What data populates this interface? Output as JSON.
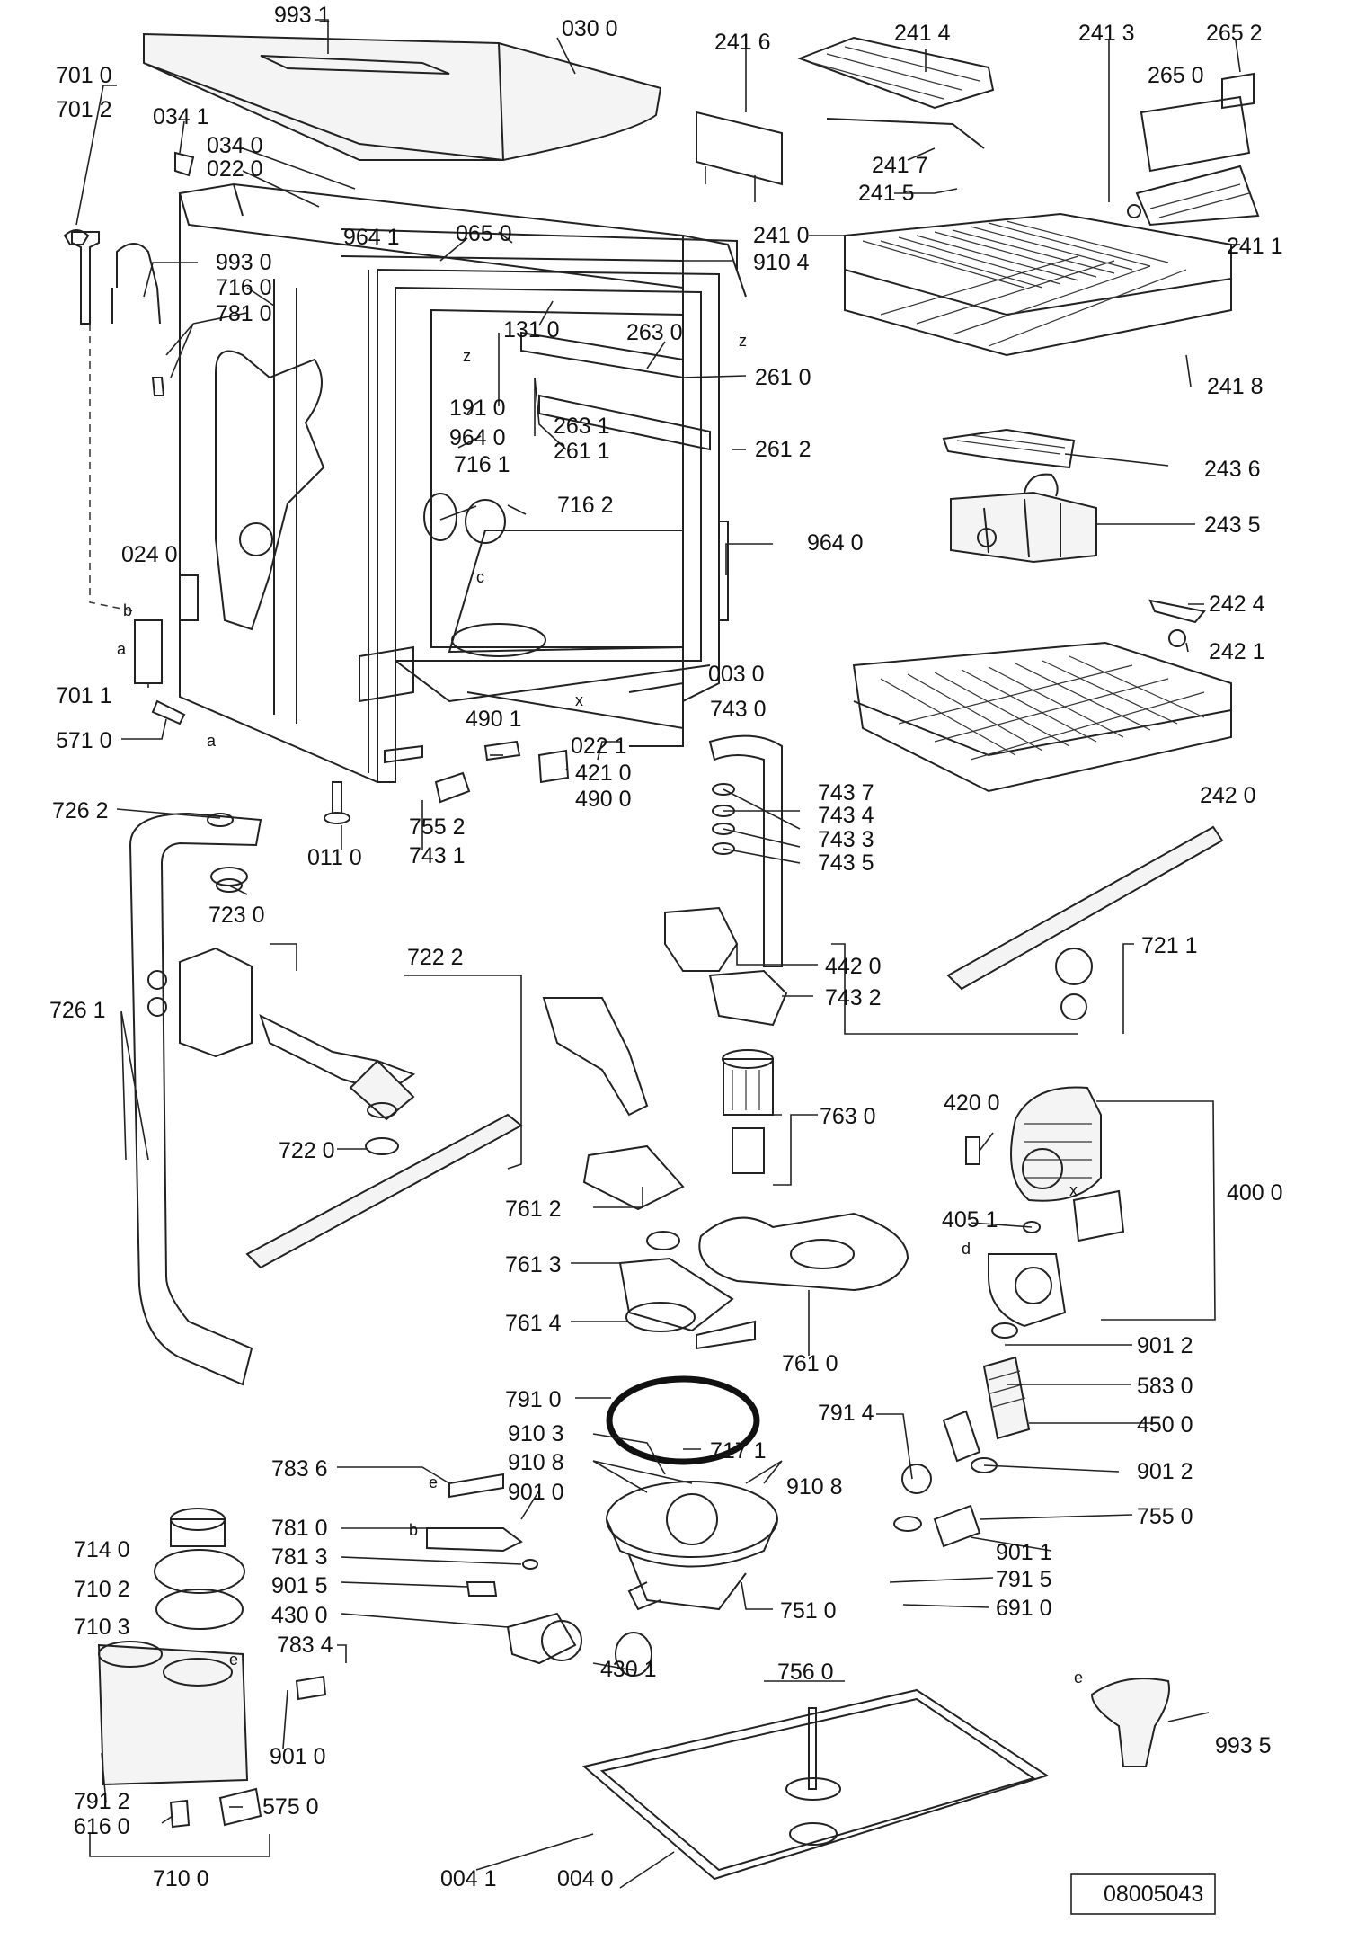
{
  "document_number": "08005043",
  "labels": {
    "p9931": "993 1",
    "p0300": "030 0",
    "p7010": "701 0",
    "p7012": "701 2",
    "p0341": "034 1",
    "p0340": "034 0",
    "p0220": "022 0",
    "p9641": "964 1",
    "p0650": "065 0",
    "p9930": "993 0",
    "p7160": "716 0",
    "p7810": "781 0",
    "p2416": "241 6",
    "p2414": "241 4",
    "p2413": "241 3",
    "p2652": "265 2",
    "p2650": "265 0",
    "p2417": "241 7",
    "p2415": "241 5",
    "p2410": "241 0",
    "p9104": "910 4",
    "p2411": "241 1",
    "p1310": "131 0",
    "p2630": "263 0",
    "p2610": "261 0",
    "p2418": "241 8",
    "p1910": "191 0",
    "p9640a": "964 0",
    "p2631": "263 1",
    "p2611": "261 1",
    "p2612": "261 2",
    "p7161": "716 1",
    "p7162": "716 2",
    "p2436": "243 6",
    "p2435": "243 5",
    "p0240": "024 0",
    "p9640b": "964 0",
    "p2424": "242 4",
    "p2421": "242 1",
    "p7011": "701 1",
    "p0030": "003 0",
    "p5710": "571 0",
    "p4901": "490 1",
    "p0221": "022 1",
    "p7430": "743 0",
    "p4210": "421 0",
    "p4900": "490 0",
    "p7437": "743 7",
    "p7434": "743 4",
    "p7433": "743 3",
    "p7435": "743 5",
    "p2420": "242 0",
    "p7262": "726 2",
    "p7552": "755 2",
    "p0110": "011 0",
    "p7431": "743 1",
    "p7230": "723 0",
    "p7222": "722 2",
    "p4420": "442 0",
    "p7211": "721 1",
    "p7432": "743 2",
    "p7261": "726 1",
    "p7630": "763 0",
    "p4200": "420 0",
    "p7220": "722 0",
    "p4000": "400 0",
    "p7612": "761 2",
    "p4051": "405 1",
    "p7613": "761 3",
    "p7614": "761 4",
    "p7610": "761 0",
    "p9012a": "901 2",
    "p7910": "791 0",
    "p5830": "583 0",
    "p7914": "791 4",
    "p4500": "450 0",
    "p9103": "910 3",
    "p7171": "717 1",
    "p7836": "783 6",
    "p9108a": "910 8",
    "p9108b": "910 8",
    "p9012b": "901 2",
    "p9010a": "901 0",
    "p7550": "755 0",
    "p7140": "714 0",
    "p7810b": "781 0",
    "p9011": "901 1",
    "p7813": "781 3",
    "p7915": "791 5",
    "p7102": "710 2",
    "p9015": "901 5",
    "p6910": "691 0",
    "p4300": "430 0",
    "p7103": "710 3",
    "p7834": "783 4",
    "p4301": "430 1",
    "p7510": "751 0",
    "p7560": "756 0",
    "p9935": "993 5",
    "p7912": "791 2",
    "p9010b": "901 0",
    "p6160": "616 0",
    "p5750": "575 0",
    "p7100": "710 0",
    "p0041": "004 1",
    "p0040": "004 0",
    "la": "a",
    "lb": "b",
    "la2": "a",
    "lb2": "b",
    "lc": "c",
    "lx": "x",
    "lz1": "z",
    "lz2": "z",
    "lx2": "x",
    "ld": "d",
    "le": "e",
    "le2": "e",
    "le3": "e"
  }
}
